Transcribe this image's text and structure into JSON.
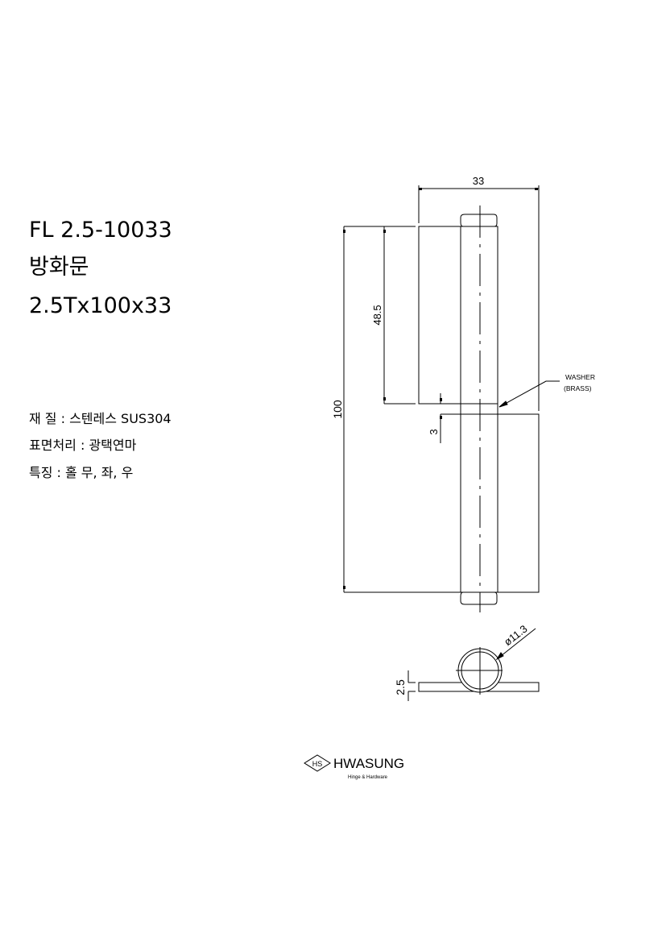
{
  "product": {
    "model": "FL 2.5-10033",
    "name": "방화문",
    "size": "2.5Tx100x33"
  },
  "specs": [
    "재 질 : 스텐레스 SUS304",
    "표면처리 : 광택연마",
    "특징 : 홀 무, 좌, 우"
  ],
  "drawing": {
    "dim_width": "33",
    "dim_height": "100",
    "dim_leaf": "48.5",
    "dim_gap": "3",
    "dim_thickness": "2.5",
    "dim_diameter": "ø11.3",
    "washer_label_1": "WASHER",
    "washer_label_2": "(BRASS)"
  },
  "logo": {
    "mark": "HS",
    "name": "HWASUNG",
    "tagline": "Hinge & Hardware"
  }
}
